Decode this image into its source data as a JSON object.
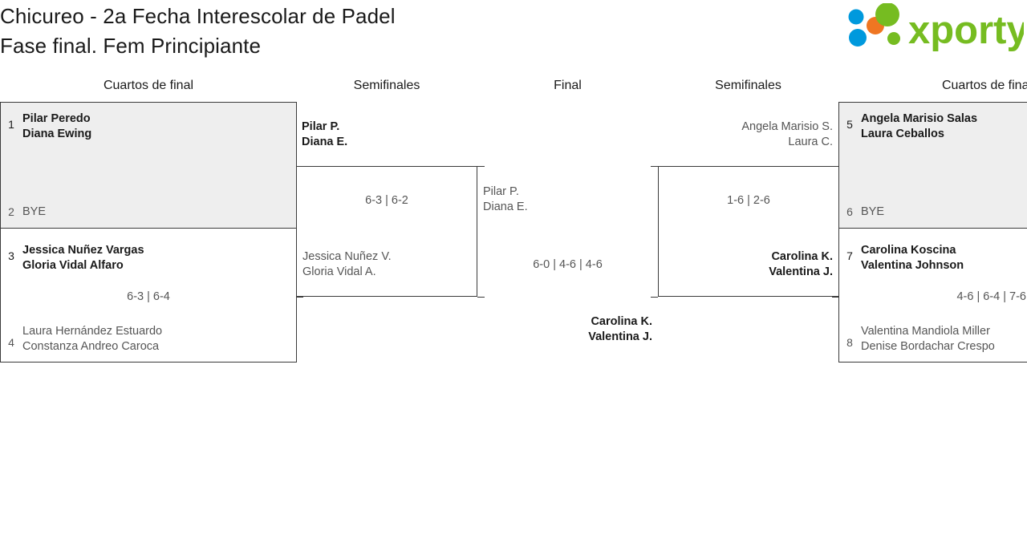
{
  "header": {
    "title_line1": "Chicureo - 2a Fecha Interescolar de Padel",
    "title_line2": "Fase final. Fem Principiante",
    "logo_text": "xporty",
    "logo_colors": {
      "green": "#76bc21",
      "blue": "#0099dd",
      "orange": "#ef7622"
    }
  },
  "rounds": [
    {
      "key": "qf_left",
      "label": "Cuartos de final"
    },
    {
      "key": "sf_left",
      "label": "Semifinales"
    },
    {
      "key": "final",
      "label": "Final"
    },
    {
      "key": "sf_right",
      "label": "Semifinales"
    },
    {
      "key": "qf_right",
      "label": "Cuartos de final"
    }
  ],
  "matches": {
    "qf1": {
      "bye": true,
      "score": "",
      "top": {
        "seed": "1",
        "line1": "Pilar Peredo",
        "line2": "Diana Ewing",
        "winner": true
      },
      "bottom": {
        "seed": "2",
        "line1": "BYE",
        "line2": "",
        "winner": false
      }
    },
    "qf2": {
      "bye": false,
      "score": "6-3 | 6-4",
      "top": {
        "seed": "3",
        "line1": "Jessica Nuñez Vargas",
        "line2": "Gloria Vidal Alfaro",
        "winner": true
      },
      "bottom": {
        "seed": "4",
        "line1": "Laura Hernández Estuardo",
        "line2": "Constanza Andreo Caroca",
        "winner": false
      }
    },
    "qf3": {
      "bye": true,
      "score": "",
      "top": {
        "seed": "5",
        "line1": "Angela Marisio Salas",
        "line2": "Laura Ceballos",
        "winner": true
      },
      "bottom": {
        "seed": "6",
        "line1": "BYE",
        "line2": "",
        "winner": false
      }
    },
    "qf4": {
      "bye": false,
      "score": "4-6 | 6-4 | 7-6",
      "top": {
        "seed": "7",
        "line1": "Carolina Koscina",
        "line2": "Valentina Johnson",
        "winner": true
      },
      "bottom": {
        "seed": "8",
        "line1": "Valentina Mandiola Miller",
        "line2": "Denise Bordachar Crespo",
        "winner": false
      }
    },
    "sf_left": {
      "score": "6-3 | 6-2",
      "top": {
        "line1": "Pilar P.",
        "line2": "Diana E.",
        "winner": true
      },
      "bottom": {
        "line1": "Jessica Nuñez V.",
        "line2": "Gloria Vidal A.",
        "winner": false
      }
    },
    "sf_right": {
      "score": "1-6 | 2-6",
      "top": {
        "line1": "Angela Marisio S.",
        "line2": "Laura C.",
        "winner": false
      },
      "bottom": {
        "line1": "Carolina K.",
        "line2": "Valentina J.",
        "winner": true
      }
    },
    "final": {
      "score": "6-0 | 4-6 | 4-6",
      "top": {
        "line1": "Pilar P.",
        "line2": "Diana E.",
        "winner": false
      },
      "bottom": {
        "line1": "Carolina K.",
        "line2": "Valentina J.",
        "winner": true
      }
    }
  }
}
